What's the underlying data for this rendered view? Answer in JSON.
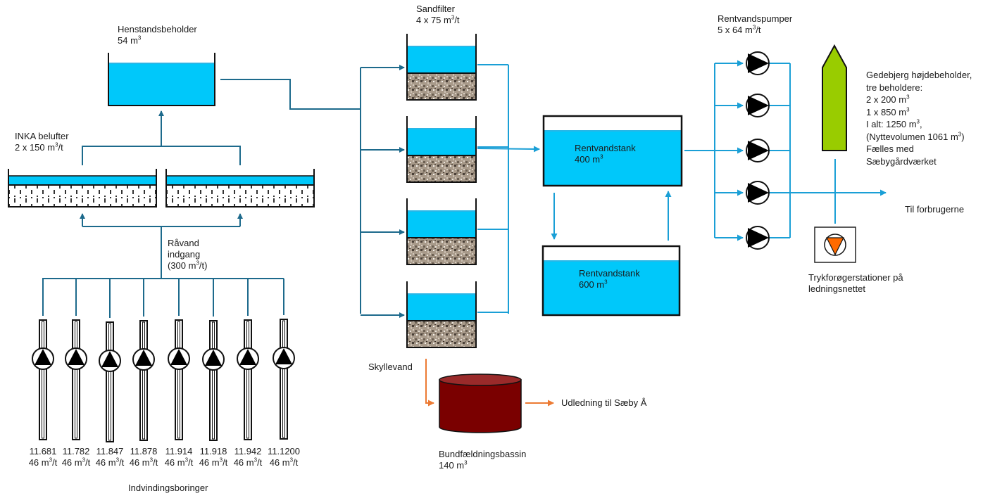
{
  "colors": {
    "water": "#00c8fa",
    "water_line": "#29b6e6",
    "pipe_dark": "#1d6a8c",
    "pipe_light": "#1a9fd6",
    "outline": "#111111",
    "sand": "#a89a8a",
    "aerator_fill": "#ffffff",
    "basin": "#7a0000",
    "basin_top": "#9a2a2a",
    "discharge_arrow": "#ec7a33",
    "tower": "#99cc00",
    "booster": "#ff6a00"
  },
  "labels": {
    "henstand": {
      "name": "Henstandsbeholder",
      "capacity": "54 m",
      "capacity_unit_sup": "3"
    },
    "inka": {
      "name": "INKA belufter",
      "capacity": "2 x 150 m",
      "capacity_sup": "3",
      "capacity_suffix": "/t"
    },
    "raavand": {
      "line1": "Råvand",
      "line2": "indgang",
      "line3_prefix": "(300 m",
      "line3_sup": "3",
      "line3_suffix": "/t)"
    },
    "indvinding_title": "Indvindingsboringer",
    "sandfilter": {
      "name": "Sandfilter",
      "capacity": "4 x 75 m",
      "capacity_sup": "3",
      "capacity_suffix": "/t"
    },
    "tank400": {
      "name": "Rentvandstank",
      "capacity": "400 m",
      "capacity_sup": "3"
    },
    "tank600": {
      "name": "Rentvandstank",
      "capacity": "600 m",
      "capacity_sup": "3"
    },
    "skyllevand": "Skyllevand",
    "bassin": {
      "name": "Bundfældningsbassin",
      "capacity": "140 m",
      "capacity_sup": "3"
    },
    "udledning": "Udledning til Sæby Å",
    "pumper": {
      "name": "Rentvandspumper",
      "capacity": "5 x 64 m",
      "capacity_sup": "3",
      "capacity_suffix": "/t"
    },
    "gedebjerg": {
      "line1": "Gedebjerg højdebeholder,",
      "line2": "tre beholdere:",
      "line3": "2 x 200 m",
      "line3_sup": "3",
      "line4": "1 x 850 m",
      "line4_sup": "3",
      "line5": "I alt: 1250 m",
      "line5_sup": "3",
      "line5_suffix": ",",
      "line6": "(Nyttevolumen 1061 m",
      "line6_sup": "3",
      "line6_suffix": ")",
      "line7": "Fælles med",
      "line8": "Sæbygårdværket"
    },
    "forbrugerne": "Til forbrugerne",
    "tryk": {
      "line1": "Trykforøgerstationer på",
      "line2": "ledningsnettet"
    }
  },
  "wells": [
    {
      "id": "11.681",
      "flow": "46 m",
      "flow_sup": "3",
      "flow_suffix": "/t"
    },
    {
      "id": "11.782",
      "flow": "46 m",
      "flow_sup": "3",
      "flow_suffix": "/t"
    },
    {
      "id": "11.847",
      "flow": "46 m",
      "flow_sup": "3",
      "flow_suffix": "/t"
    },
    {
      "id": "11.878",
      "flow": "46 m",
      "flow_sup": "3",
      "flow_suffix": "/t"
    },
    {
      "id": "11.914",
      "flow": "46 m",
      "flow_sup": "3",
      "flow_suffix": "/t"
    },
    {
      "id": "11.918",
      "flow": "46 m",
      "flow_sup": "3",
      "flow_suffix": "/t"
    },
    {
      "id": "11.942",
      "flow": "46 m",
      "flow_sup": "3",
      "flow_suffix": "/t"
    },
    {
      "id": "11.1200",
      "flow": "46 m",
      "flow_sup": "3",
      "flow_suffix": "/t"
    }
  ],
  "sand_filters_count": 4,
  "clean_water_pumps_count": 5
}
